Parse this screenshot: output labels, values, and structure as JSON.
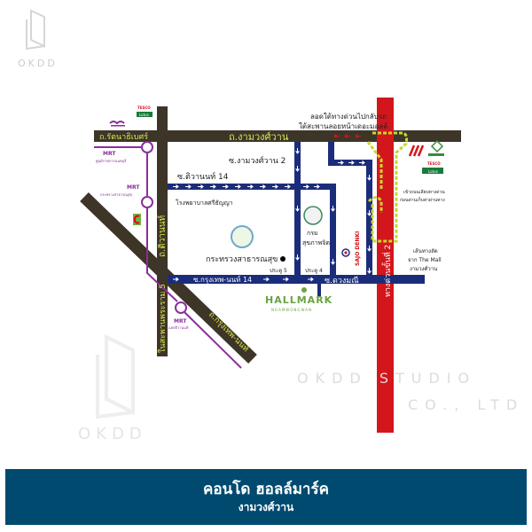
{
  "logo": {
    "text": "OKDD"
  },
  "watermark": {
    "line1": "OKDD STUDIO",
    "line2": "CO., LTD"
  },
  "roads": {
    "rattanathibet": "ถ.รัตนาธิเบศร์",
    "ngamwongwan": "ถ.งามวงศ์วาน",
    "tiwanon": "ถ.ติวานนท์",
    "bangkok_non": "ถ.กรุงเทพ-นนท์",
    "rama5": "ในสะพานพระราม 5",
    "expressway": "ทางด่วนขั้นที่ 2",
    "soi_ngamwongwan2": "ซ.งามวงศ์วาน 2",
    "soi_tiwanon14": "ซ.ติวานนท์ 14",
    "soi_bkk_non14": "ซ.กรุงเทพ-นนท์ 14",
    "soi_duangmanee": "ซ.ดวงมณี"
  },
  "mrt": [
    {
      "label": "MRT",
      "station": "ศูนย์ราชการนนทบุรี"
    },
    {
      "label": "MRT",
      "station": "กระทรวงสาธารณสุข"
    },
    {
      "label": "MRT",
      "station": "แยกติวานนท์"
    }
  ],
  "places": {
    "hospital": "โรงพยาบาลศรีธัญญา",
    "ministry": "กระทรวงสาธารณสุข",
    "dept_line1": "กรม",
    "dept_line2": "สุขภาพจิต",
    "gate5": "ประตู 5",
    "gate4": "ประตู 4",
    "sajo": "SAJO DENKI",
    "hallmark": "HALLMARK",
    "hallmark_sub": "NGAMWONGWAN",
    "tesco": "TESCO",
    "lotus": "Lotus"
  },
  "notes": {
    "uturn_line1": "ลอดใต้ทางด่วนไปกลับรถ",
    "uturn_line2": "ใต้สะพานลอยหน้าเดอะมอลล์",
    "frontage_line1": "เข้าถนนเลียบทางด่วน",
    "frontage_line2": "ก่อนด่านเก็บค่าผ่านทาง",
    "shortcut_line1": "เส้นทางลัด",
    "shortcut_line2": "จาก The Mall",
    "shortcut_line3": "งามวงศ์วาน"
  },
  "banner": {
    "title": "คอนโด ฮอลล์มาร์ค",
    "subtitle": "งามวงศ์วาน"
  },
  "colors": {
    "road": "#3d3528",
    "soi": "#1b2d7a",
    "mrt": "#8a2f9b",
    "expressway": "#d3161c",
    "route": "#c7d82a",
    "banner": "#004a70"
  }
}
